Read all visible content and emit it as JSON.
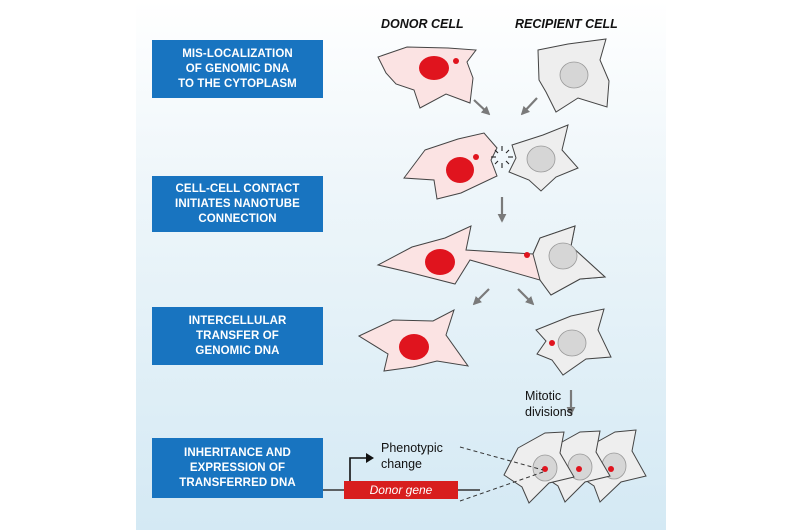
{
  "columns": {
    "donor": "DONOR CELL",
    "recipient": "RECIPIENT CELL"
  },
  "steps": [
    {
      "label": "MIS-LOCALIZATION\nOF GENOMIC DNA\nTO THE CYTOPLASM"
    },
    {
      "label": "CELL-CELL CONTACT\nINITIATES NANOTUBE\nCONNECTION"
    },
    {
      "label": "INTERCELLULAR\nTRANSFER OF\nGENOMIC DNA"
    },
    {
      "label": "INHERITANCE AND\nEXPRESSION OF\nTRANSFERRED DNA"
    }
  ],
  "labels": {
    "mitotic": "Mitotic\ndivisions",
    "phenotypic": "Phenotypic\nchange",
    "donor_gene": "Donor gene"
  },
  "colors": {
    "step_box": "#1874c0",
    "donor_cytoplasm": "#fbe3e3",
    "donor_nucleus": "#e0141e",
    "recipient_cytoplasm": "#eeeeee",
    "recipient_nucleus": "#d6d6d6",
    "dna_dot": "#e0141e",
    "arrow": "#7a7a7a",
    "gene_bar": "#d81e1e"
  }
}
